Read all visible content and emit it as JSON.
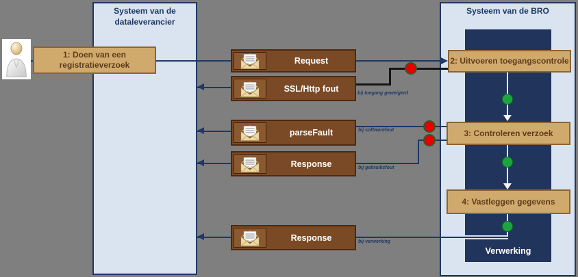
{
  "lanes": {
    "supplier": {
      "title": "Systeem van de dataleverancier"
    },
    "bro": {
      "title": "Systeem van de BRO",
      "process_label": "Verwerking"
    }
  },
  "actor": {
    "name": "dataleverancier-persoon"
  },
  "steps": {
    "step1": {
      "label": "1: Doen van een registratieverzoek"
    },
    "step2": {
      "label": "2: Uitvoeren toegangscontrole"
    },
    "step3": {
      "label": "3:  Controleren verzoek"
    },
    "step4": {
      "label": "4: Vastleggen gegevens"
    }
  },
  "messages": {
    "request": {
      "label": "Request"
    },
    "ssl_fout": {
      "label": "SSL/Http fout",
      "condition": "bij toegang geweigerd"
    },
    "parse_fault": {
      "label": "parseFault",
      "condition": "bij softwarefout"
    },
    "response_validation": {
      "label": "Response",
      "condition": "bij gebruiksfout"
    },
    "response_processing": {
      "label": "Response",
      "condition": "bij verwerking"
    }
  },
  "colors": {
    "background": "#7f7f7f",
    "lane_fill": "#d9e4f0",
    "lane_border": "#1f3864",
    "process_fill": "#21355c",
    "activity_fill": "#d0aa6c",
    "activity_border": "#8c6434",
    "activity_text": "#5f3c1c",
    "message_fill": "#7a4a26",
    "message_border": "#50290e",
    "message_text": "#ffffff",
    "connector": "#1f3864",
    "error_connector": "#141414",
    "error_dot": "#e60000",
    "error_dot_ring": "#375623",
    "success_dot": "#1ca53e",
    "condition_text": "#1f3864"
  }
}
